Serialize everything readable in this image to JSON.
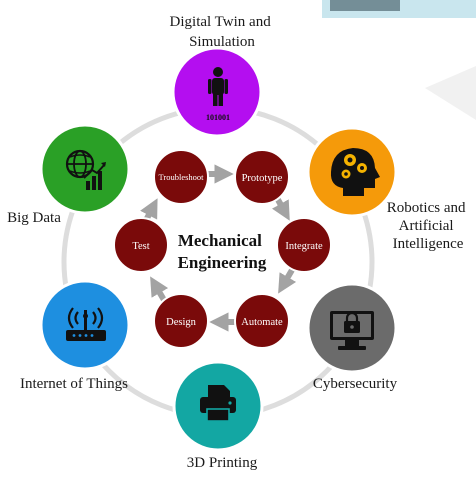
{
  "center": {
    "line1": "Mechanical",
    "line2": "Engineering"
  },
  "cycle_steps": [
    {
      "label": "Troubleshoot"
    },
    {
      "label": "Prototype"
    },
    {
      "label": "Integrate"
    },
    {
      "label": "Automate"
    },
    {
      "label": "Design"
    },
    {
      "label": "Test"
    }
  ],
  "technologies": [
    {
      "lines": [
        "Digital Twin and",
        "Simulation"
      ],
      "icon": "digital-twin-icon",
      "color": "#b40ef0",
      "icon_text": "101001"
    },
    {
      "lines": [
        "Robotics and",
        "Artificial",
        "Intelligence"
      ],
      "icon": "robot-head-gears-icon",
      "color": "#f59a0a"
    },
    {
      "lines": [
        "Cybersecurity"
      ],
      "icon": "secure-computer-icon",
      "color": "#6b6b6b"
    },
    {
      "lines": [
        "3D Printing"
      ],
      "icon": "printer-icon",
      "color": "#13a7a3"
    },
    {
      "lines": [
        "Internet of Things"
      ],
      "icon": "router-wifi-icon",
      "color": "#1e8fe0"
    },
    {
      "lines": [
        "Big Data"
      ],
      "icon": "globe-chart-icon",
      "color": "#2aa026"
    }
  ],
  "colors": {
    "step_fill": "#7a0a0a",
    "arrow": "#a3a3a3",
    "ring": "#dddddd"
  }
}
